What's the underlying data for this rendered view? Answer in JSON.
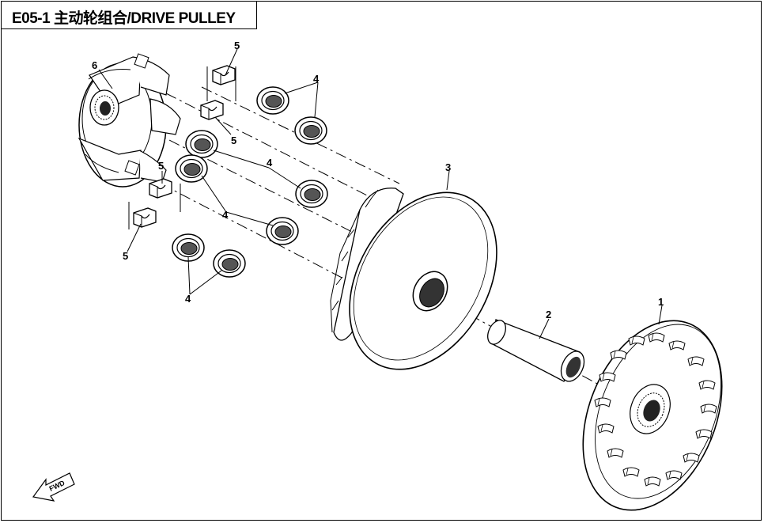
{
  "title": {
    "code": "E05-1",
    "name_cn": "主动轮组合",
    "name_en": "/DRIVE PULLEY"
  },
  "callouts": {
    "part1": "1",
    "part2": "2",
    "part3": "3",
    "part4a": "4",
    "part4b": "4",
    "part4c": "4",
    "part4d": "4",
    "part5a": "5",
    "part5b": "5",
    "part5c": "5",
    "part5d": "5",
    "part6": "6"
  },
  "fwd_label": "FWD"
}
